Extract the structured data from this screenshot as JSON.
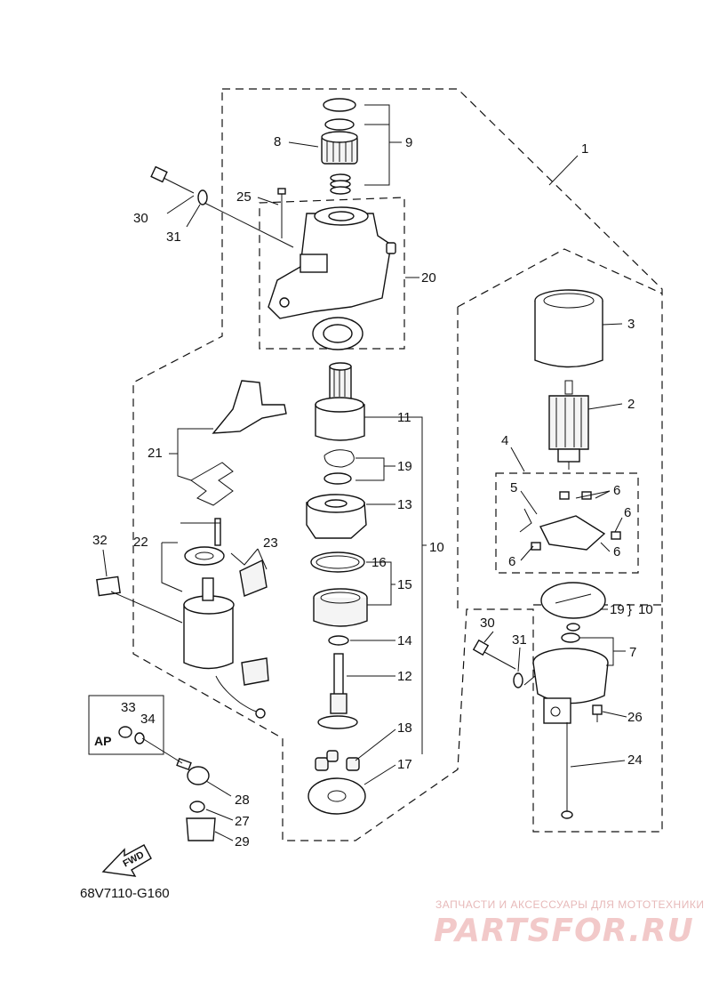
{
  "diagram_code": "68V7110-G160",
  "callouts": {
    "c1": "1",
    "c2": "2",
    "c3": "3",
    "c4": "4",
    "c5": "5",
    "c6a": "6",
    "c6b": "6",
    "c6c": "6",
    "c6d": "6",
    "c7": "7",
    "c8": "8",
    "c9": "9",
    "c10": "10",
    "c10b": "10",
    "c11": "11",
    "c12": "12",
    "c13": "13",
    "c14": "14",
    "c15": "15",
    "c16": "16",
    "c17": "17",
    "c18": "18",
    "c19": "19",
    "c19b": "19",
    "c20": "20",
    "c21": "21",
    "c22": "22",
    "c23": "23",
    "c24": "24",
    "c25": "25",
    "c26": "26",
    "c27": "27",
    "c28": "28",
    "c29": "29",
    "c30a": "30",
    "c30b": "30",
    "c31a": "31",
    "c31b": "31",
    "c32": "32",
    "c33": "33",
    "c34": "34"
  },
  "ap_box_label": "AP",
  "fwd_label": "FWD",
  "watermark": {
    "tagline": "ЗАПЧАСТИ И АКСЕССУАРЫ ДЛЯ МОТОТЕХНИКИ",
    "brand": "PARTSFOR.RU"
  },
  "colors": {
    "ink": "#111111",
    "watermark": "#f2c9c9"
  }
}
